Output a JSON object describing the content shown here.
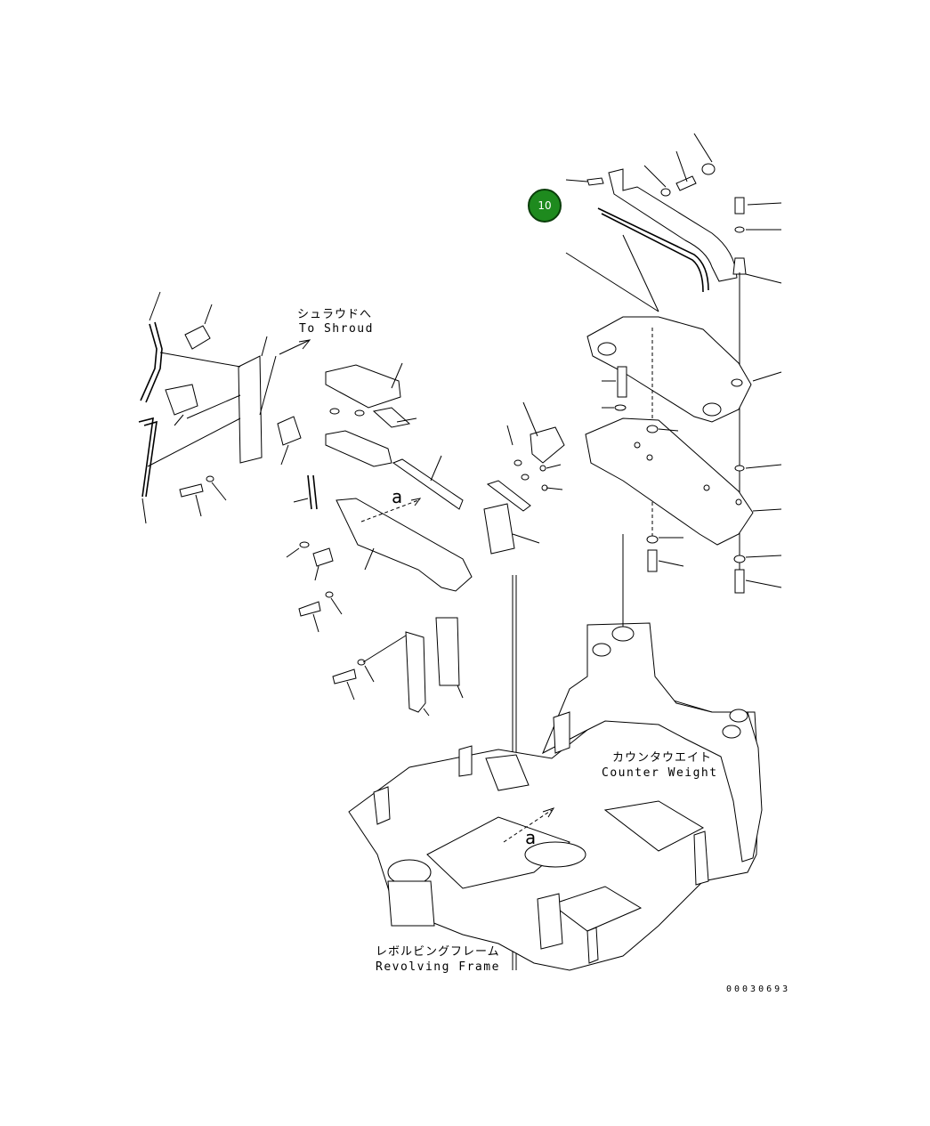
{
  "labels": {
    "shroud_jp": "シュラウドへ",
    "shroud_en": "To Shroud",
    "counterweight_jp": "カウンタウエイト",
    "counterweight_en": "Counter Weight",
    "frame_jp": "レボルビングフレーム",
    "frame_en": "Revolving Frame",
    "reference_letter": "a",
    "drawing_number": "00030693"
  },
  "callout": {
    "number": "10",
    "color": "#1e8a1e"
  }
}
